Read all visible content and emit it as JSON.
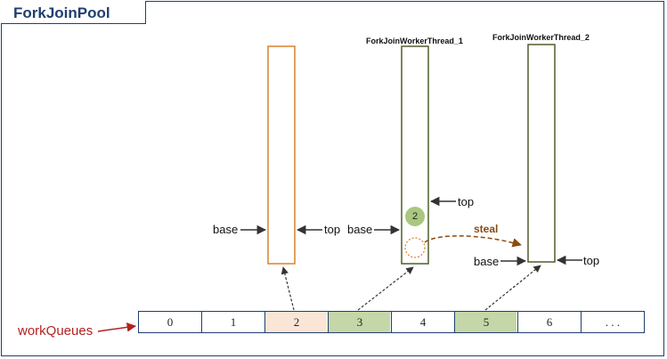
{
  "title": "ForkJoinPool",
  "threads": [
    {
      "label": "ForkJoinWorkerThread_1"
    },
    {
      "label": "ForkJoinWorkerThread_2"
    }
  ],
  "labels": {
    "base": "base",
    "top": "top",
    "steal": "steal",
    "work_queues": "workQueues"
  },
  "task": {
    "label": "2"
  },
  "queue_slots": [
    "0",
    "1",
    "2",
    "3",
    "4",
    "5",
    "6",
    ". . ."
  ],
  "colors": {
    "frame": "#1f3f6e",
    "external_queue": "#d9822b",
    "worker_queue": "#4f5f2a",
    "slot_external": "#fbe5d6",
    "slot_worker": "#c5d6a8",
    "task_fill": "#a9c77e",
    "steal": "#8b4a10",
    "work_queues_label": "#b22222"
  }
}
